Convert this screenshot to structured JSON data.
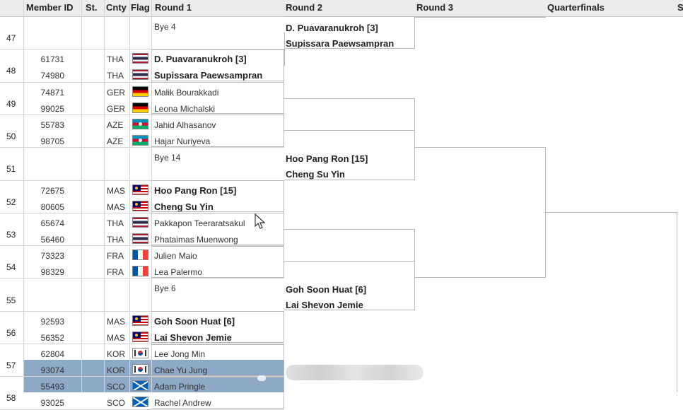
{
  "columns": {
    "member_id": "Member ID",
    "status": "St.",
    "country": "Cnty",
    "flag": "Flag",
    "round1": "Round 1",
    "round2": "Round 2",
    "round3": "Round 3",
    "quarterfinals": "Quarterfinals",
    "next": "S"
  },
  "draw": [
    {
      "num": "47",
      "bye": "Bye 4"
    },
    {
      "num": "48",
      "p1": {
        "id": "61731",
        "cnty": "THA",
        "name": "D. Puavaranukroh [3]",
        "win": true
      },
      "p2": {
        "id": "74980",
        "cnty": "THA",
        "name": "Supissara Paewsampran",
        "win": true
      }
    },
    {
      "num": "49",
      "p1": {
        "id": "74871",
        "cnty": "GER",
        "name": "Malik Bourakkadi"
      },
      "p2": {
        "id": "99025",
        "cnty": "GER",
        "name": "Leona Michalski"
      }
    },
    {
      "num": "50",
      "p1": {
        "id": "55783",
        "cnty": "AZE",
        "name": "Jahid Alhasanov"
      },
      "p2": {
        "id": "98705",
        "cnty": "AZE",
        "name": "Hajar Nuriyeva"
      }
    },
    {
      "num": "51",
      "bye": "Bye 14"
    },
    {
      "num": "52",
      "p1": {
        "id": "72675",
        "cnty": "MAS",
        "name": "Hoo Pang Ron [15]",
        "win": true
      },
      "p2": {
        "id": "80605",
        "cnty": "MAS",
        "name": "Cheng Su Yin",
        "win": true
      }
    },
    {
      "num": "53",
      "p1": {
        "id": "65674",
        "cnty": "THA",
        "name": "Pakkapon Teeraratsakul"
      },
      "p2": {
        "id": "56460",
        "cnty": "THA",
        "name": "Phataimas Muenwong"
      }
    },
    {
      "num": "54",
      "p1": {
        "id": "73323",
        "cnty": "FRA",
        "name": "Julien Maio"
      },
      "p2": {
        "id": "98329",
        "cnty": "FRA",
        "name": "Lea Palermo"
      }
    },
    {
      "num": "55",
      "bye": "Bye 6"
    },
    {
      "num": "56",
      "p1": {
        "id": "92593",
        "cnty": "MAS",
        "name": "Goh Soon Huat [6]",
        "win": true
      },
      "p2": {
        "id": "56352",
        "cnty": "MAS",
        "name": "Lai Shevon Jemie",
        "win": true
      }
    },
    {
      "num": "57",
      "p1": {
        "id": "62804",
        "cnty": "KOR",
        "name": "Lee Jong Min"
      },
      "p2": {
        "id": "93074",
        "cnty": "KOR",
        "name": "Chae Yu Jung"
      }
    },
    {
      "num": "58",
      "p1": {
        "id": "55493",
        "cnty": "SCO",
        "name": "Adam Pringle"
      },
      "p2": {
        "id": "93025",
        "cnty": "SCO",
        "name": "Rachel Andrew"
      }
    }
  ],
  "round2": [
    {
      "p1": "D. Puavaranukroh [3]",
      "p2": "Supissara Paewsampran"
    },
    {
      "p1": "Hoo Pang Ron [15]",
      "p2": "Cheng Su Yin"
    },
    {
      "p1": "Goh Soon Huat [6]",
      "p2": "Lai Shevon Jemie"
    }
  ],
  "colors": {
    "header_bg": "#ececec",
    "selection": "#8ea9c8",
    "grid": "#d4d4d4"
  }
}
